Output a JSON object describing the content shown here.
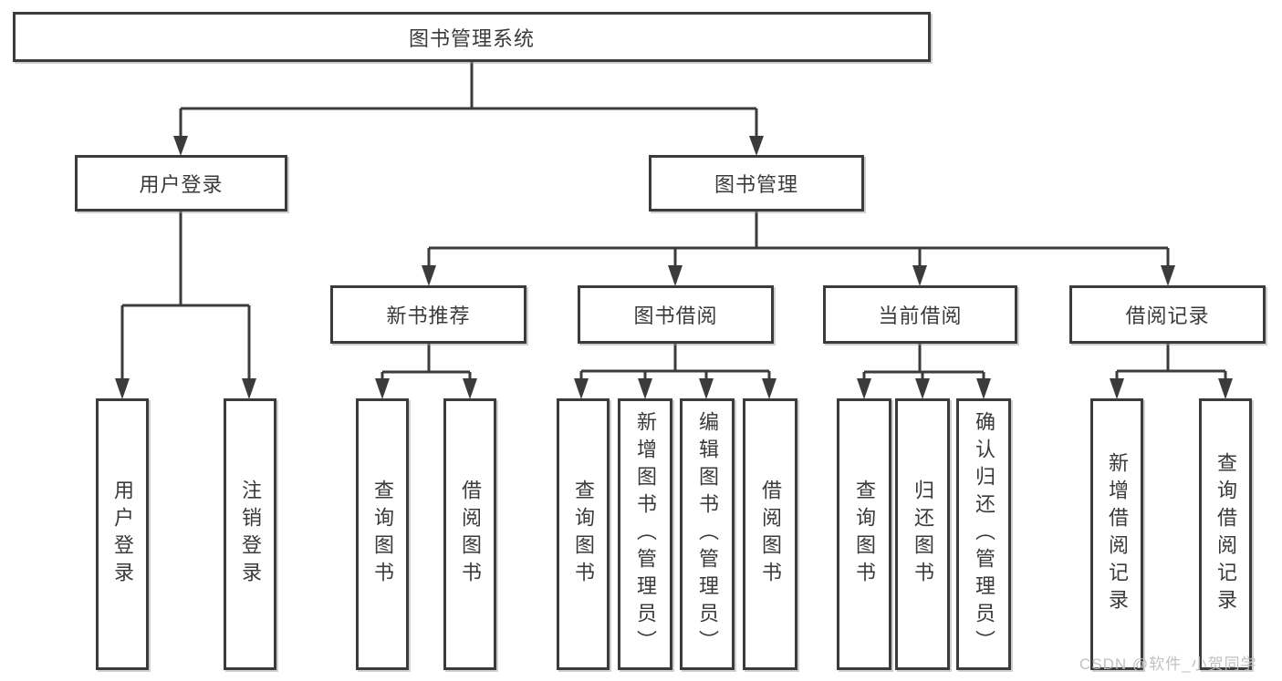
{
  "colors": {
    "line": "#3b3b3b",
    "text": "#3a3a3a",
    "box_fill": "#ffffff",
    "watermark": "#bebebe"
  },
  "tree": {
    "root": {
      "label": "图书管理系统"
    },
    "branches": [
      {
        "label": "用户登录",
        "children": [
          {
            "label": "用户登录"
          },
          {
            "label": "注销登录"
          }
        ]
      },
      {
        "label": "图书管理",
        "children": [
          {
            "label": "新书推荐",
            "children": [
              {
                "label": "查询图书"
              },
              {
                "label": "借阅图书"
              }
            ]
          },
          {
            "label": "图书借阅",
            "children": [
              {
                "label": "查询图书"
              },
              {
                "label": "新增图书（管理员）"
              },
              {
                "label": "编辑图书（管理员）"
              },
              {
                "label": "借阅图书"
              }
            ]
          },
          {
            "label": "当前借阅",
            "children": [
              {
                "label": "查询图书"
              },
              {
                "label": "归还图书"
              },
              {
                "label": "确认归还（管理员）"
              }
            ]
          },
          {
            "label": "借阅记录",
            "children": [
              {
                "label": "新增借阅记录"
              },
              {
                "label": "查询借阅记录"
              }
            ]
          }
        ]
      }
    ]
  },
  "watermark": {
    "text": "CSDN @软件_小贺同学"
  }
}
